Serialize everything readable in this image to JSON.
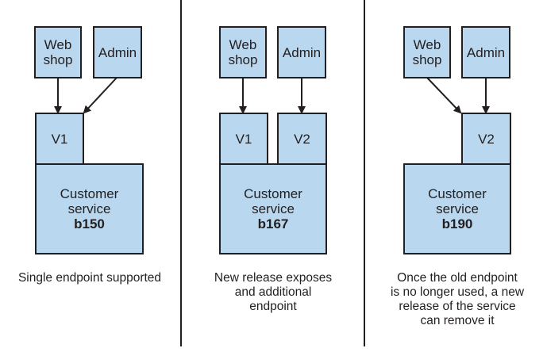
{
  "colors": {
    "box_fill": "#b9d7ee",
    "stroke": "#231f20"
  },
  "panels": [
    {
      "webshop_line1": "Web",
      "webshop_line2": "shop",
      "admin": "Admin",
      "v1": "V1",
      "service_line1": "Customer",
      "service_line2": "service",
      "service_build": "b150",
      "caption": [
        "Single endpoint supported"
      ]
    },
    {
      "webshop_line1": "Web",
      "webshop_line2": "shop",
      "admin": "Admin",
      "v1": "V1",
      "v2": "V2",
      "service_line1": "Customer",
      "service_line2": "service",
      "service_build": "b167",
      "caption": [
        "New release exposes",
        "and additional",
        "endpoint"
      ]
    },
    {
      "webshop_line1": "Web",
      "webshop_line2": "shop",
      "admin": "Admin",
      "v2": "V2",
      "service_line1": "Customer",
      "service_line2": "service",
      "service_build": "b190",
      "caption": [
        "Once the old endpoint",
        "is no longer used, a new",
        "release of the service",
        "can remove it"
      ]
    }
  ]
}
